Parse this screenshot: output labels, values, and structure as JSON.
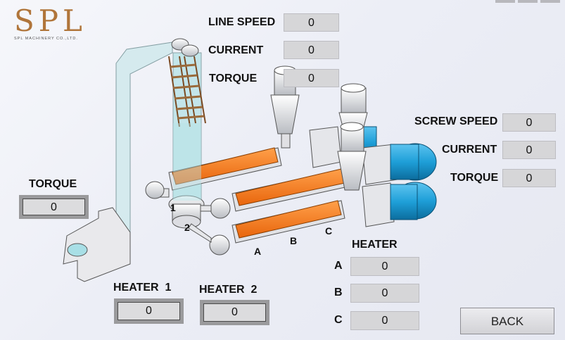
{
  "logo": {
    "text": "SPL",
    "subtitle": "SPL MACHINERY CO.,LTD."
  },
  "line": {
    "speed_label": "LINE SPEED",
    "speed_value": "0",
    "current_label": "CURRENT",
    "current_value": "0",
    "torque_label": "TORQUE",
    "torque_value": "0"
  },
  "screw": {
    "speed_label": "SCREW SPEED",
    "speed_value": "0",
    "current_label": "CURRENT",
    "current_value": "0",
    "torque_label": "TORQUE",
    "torque_value": "0"
  },
  "left_torque": {
    "label": "TORQUE",
    "value": "0"
  },
  "heater1": {
    "label": "HEATER  1",
    "value": "0"
  },
  "heater2": {
    "label": "HEATER  2",
    "value": "0"
  },
  "heater": {
    "title": "HEATER",
    "a_label": "A",
    "a_value": "0",
    "b_label": "B",
    "b_value": "0",
    "c_label": "C",
    "c_value": "0"
  },
  "machine_labels": {
    "port1": "1",
    "port2": "2",
    "zone_a": "A",
    "zone_b": "B",
    "zone_c": "C"
  },
  "back_button": "BACK",
  "colors": {
    "heater_orange": "#f07a1a",
    "motor_blue": "#1e9fd8",
    "field_grey": "#d6d6d8"
  }
}
